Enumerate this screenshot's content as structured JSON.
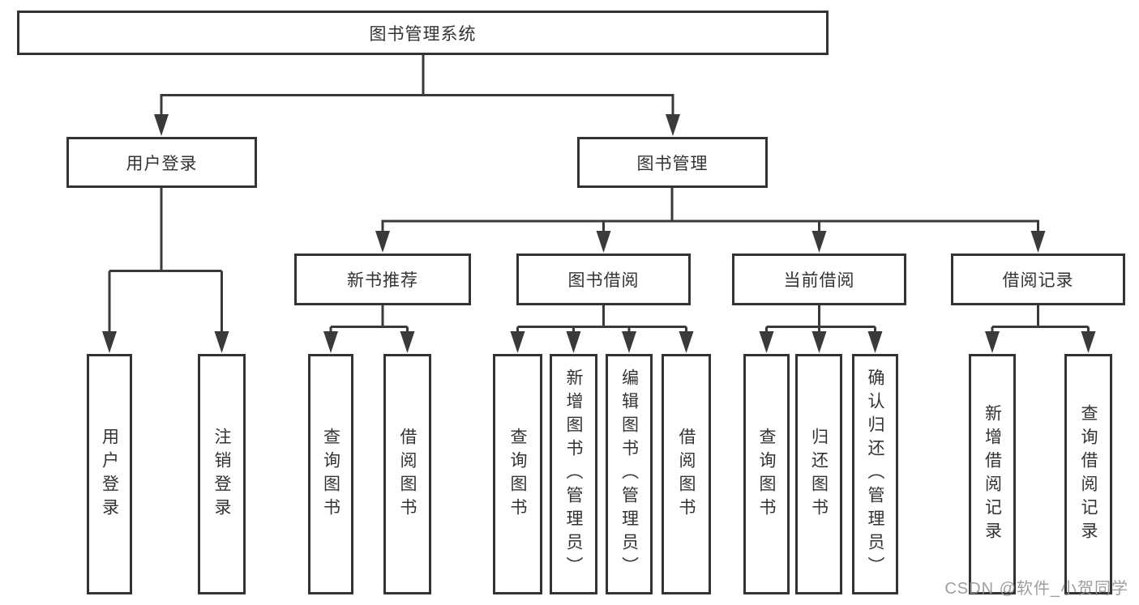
{
  "nodes": {
    "root": "图书管理系统",
    "user_login": "用户登录",
    "book_mgmt": "图书管理",
    "new_book_rec": "新书推荐",
    "book_borrow": "图书借阅",
    "current_borrow": "当前借阅",
    "borrow_records": "借阅记录",
    "leaf_user_login": "用户登录",
    "leaf_logout": "注销登录",
    "leaf_rec_query": "查询图书",
    "leaf_rec_borrow": "借阅图书",
    "leaf_bb_query": "查询图书",
    "leaf_bb_add": "新增图书（管理员）",
    "leaf_bb_edit": "编辑图书（管理员）",
    "leaf_bb_borrow": "借阅图书",
    "leaf_cb_query": "查询图书",
    "leaf_cb_return": "归还图书",
    "leaf_cb_confirm": "确认归还（管理员）",
    "leaf_br_add": "新增借阅记录",
    "leaf_br_query": "查询借阅记录"
  },
  "watermark": "CSDN @软件_小贺同学",
  "colors": {
    "line": "#3a3a3a",
    "box_border": "#333333",
    "text": "#333333",
    "background": "#ffffff",
    "watermark_gray": "#949494"
  }
}
